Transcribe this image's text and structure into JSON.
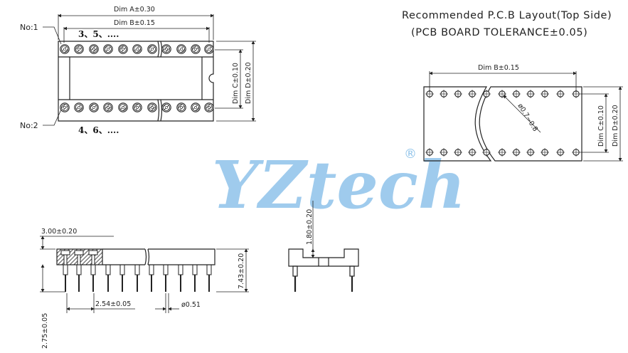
{
  "watermark": {
    "text": "YZtech",
    "registered": "®",
    "color": "#8fc3ea"
  },
  "pcb_layout": {
    "title": "Recommended P.C.B Layout(Top Side)",
    "tolerance": "(PCB BOARD TOLERANCE±0.05)",
    "dim_b": "Dim B±0.15",
    "dim_c": "Dim C±0.10",
    "dim_d": "Dim D±0.20",
    "hole": "ø0.7~0.8"
  },
  "top_view": {
    "dim_a": "Dim A±0.30",
    "dim_b": "Dim B±0.15",
    "dim_c": "Dim C±0.10",
    "dim_d": "Dim D±0.20",
    "pin1_label": "No:1",
    "pin2_label": "No:2",
    "odd_pins": "3、5、....",
    "even_pins": "4、6、...."
  },
  "side_view": {
    "top_height": "3.00±0.20",
    "body_height": "7.43±0.20",
    "pitch": "2.54±0.05",
    "pin_dia": "ø0.51",
    "tail_length": "2.75±0.05"
  },
  "end_view": {
    "height": "1.80±0.20"
  }
}
